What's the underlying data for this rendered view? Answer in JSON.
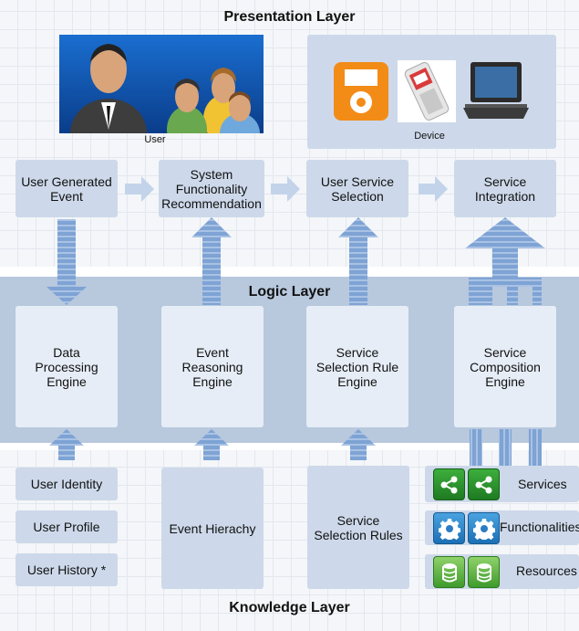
{
  "layers": {
    "presentation": "Presentation Layer",
    "logic": "Logic Layer",
    "knowledge": "Knowledge Layer"
  },
  "presentation": {
    "user_caption": "User",
    "device_caption": "Device",
    "boxes": [
      "User Generated\nEvent",
      "System\nFunctionality\nRecommendation",
      "User Service\nSelection",
      "Service\nIntegration"
    ]
  },
  "logic": {
    "engines": [
      "Data\nProcessing\nEngine",
      "Event\nReasoning\nEngine",
      "Service\nSelection Rule\nEngine",
      "Service\nComposition\nEngine"
    ]
  },
  "knowledge": {
    "user_items": [
      "User Identity",
      "User Profile",
      "User History *"
    ],
    "event_hierarchy": "Event Hierachy",
    "service_rules": "Service\nSelection Rules",
    "resource_rows": [
      {
        "label": "Services",
        "icon": "share-icon"
      },
      {
        "label": "Functionalities",
        "icon": "gear-icon"
      },
      {
        "label": "Resources",
        "icon": "database-icon"
      }
    ]
  },
  "colors": {
    "arrow": "#7ea3d4",
    "logic_band": "#b8c8dd",
    "box": "#cdd9ea"
  }
}
